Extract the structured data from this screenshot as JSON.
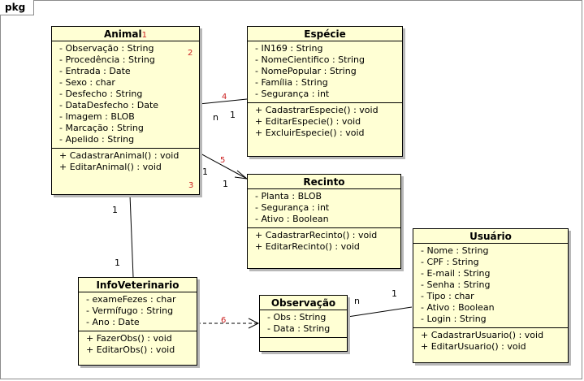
{
  "package": {
    "label": "pkg"
  },
  "classes": {
    "animal": {
      "name": "Animal",
      "attributes": [
        "- Observação : String",
        "- Procedência : String",
        "- Entrada : Date",
        "- Sexo : char",
        "- Desfecho : String",
        "- DataDesfecho : Date",
        "- Imagem : BLOB",
        "- Marcação : String",
        "- Apelido : String"
      ],
      "operations": [
        "+ CadastrarAnimal() : void",
        "+ EditarAnimal() : void"
      ],
      "markers": {
        "m1": "1",
        "m2": "2",
        "m3": "3"
      }
    },
    "especie": {
      "name": "Espécie",
      "attributes": [
        "- IN169 : String",
        "- NomeCientifico : String",
        "- NomePopular : String",
        "- Família : String",
        "- Segurança : int"
      ],
      "operations": [
        "+ CadastrarEspecie() : void",
        "+ EditarEspecie() : void",
        "+ ExcluirEspecie() : void"
      ]
    },
    "recinto": {
      "name": "Recinto",
      "attributes": [
        "- Planta : BLOB",
        "- Segurança : int",
        "- Ativo : Boolean"
      ],
      "operations": [
        "+ CadastrarRecinto() : void",
        "+ EditarRecinto() : void"
      ]
    },
    "usuario": {
      "name": "Usuário",
      "attributes": [
        "- Nome : String",
        "- CPF : String",
        "- E-mail : String",
        "- Senha : String",
        "- Tipo : char",
        "- Ativo : Boolean",
        "- Login : String"
      ],
      "operations": [
        "+ CadastrarUsuario() : void",
        "+ EditarUsuario() : void"
      ]
    },
    "infoveterinario": {
      "name": "InfoVeterinario",
      "attributes": [
        "- exameFezes : char",
        "- Vermífugo : String",
        "- Ano : Date"
      ],
      "operations": [
        "+ FazerObs() : void",
        "+ EditarObs() : void"
      ]
    },
    "observacao": {
      "name": "Observação",
      "attributes": [
        "- Obs : String",
        "- Data : String"
      ],
      "operations": []
    }
  },
  "relations": {
    "animal_especie": {
      "label": "4",
      "mult_a": "n",
      "mult_b": "1"
    },
    "animal_recinto": {
      "label": "5",
      "mult_a": "1",
      "mult_b": "1"
    },
    "animal_info": {
      "mult_a": "1",
      "mult_b": "1"
    },
    "info_observacao": {
      "label": "6"
    },
    "observacao_usuario": {
      "mult_a": "n",
      "mult_b": "1"
    }
  },
  "colors": {
    "class_fill": "#ffffd4",
    "marker_red": "#cc2222",
    "shadow": "#b8b8b8"
  }
}
